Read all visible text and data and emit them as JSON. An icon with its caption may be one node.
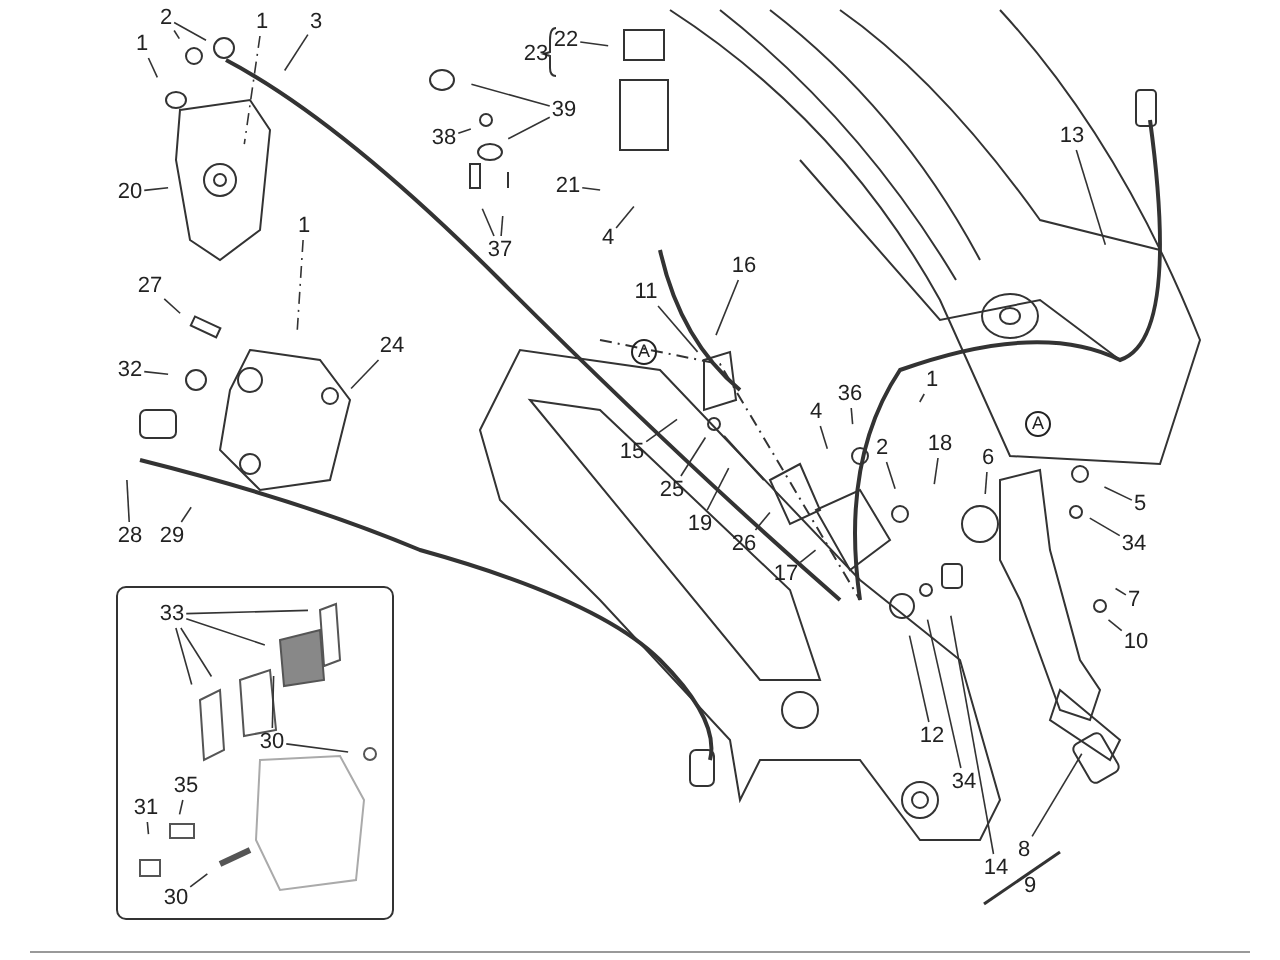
{
  "diagram": {
    "nodes": [
      {
        "text": [
          "1"
        ]
      },
      {
        "text": [
          "2"
        ]
      },
      {
        "text": [
          "1"
        ]
      },
      {
        "text": [
          "3"
        ]
      },
      {
        "text": [
          "20"
        ]
      },
      {
        "text": [
          "1"
        ]
      },
      {
        "text": [
          "27"
        ]
      },
      {
        "text": [
          "32"
        ]
      },
      {
        "text": [
          "24"
        ]
      },
      {
        "text": [
          "28"
        ]
      },
      {
        "text": [
          "29"
        ]
      },
      {
        "text": [
          "22"
        ]
      },
      {
        "text": [
          "39"
        ]
      },
      {
        "text": [
          "38"
        ]
      },
      {
        "text": [
          "37"
        ]
      },
      {
        "text": [
          "21"
        ]
      },
      {
        "text": [
          "4"
        ]
      },
      {
        "text": [
          "16"
        ]
      },
      {
        "text": [
          "11"
        ]
      },
      {
        "text": [
          "A"
        ]
      },
      {
        "text": [
          "15"
        ]
      },
      {
        "text": [
          "25"
        ]
      },
      {
        "text": [
          "19"
        ]
      },
      {
        "text": [
          "26"
        ]
      },
      {
        "text": [
          "17"
        ]
      },
      {
        "text": [
          "4"
        ]
      },
      {
        "text": [
          "36"
        ]
      },
      {
        "text": [
          "2"
        ]
      },
      {
        "text": [
          "1"
        ]
      },
      {
        "text": [
          "18"
        ]
      },
      {
        "text": [
          "6"
        ]
      },
      {
        "text": [
          "A"
        ]
      },
      {
        "text": [
          "13"
        ]
      },
      {
        "text": [
          "5"
        ]
      },
      {
        "text": [
          "34"
        ]
      },
      {
        "text": [
          "7"
        ]
      },
      {
        "text": [
          "10"
        ]
      },
      {
        "text": [
          "12"
        ]
      },
      {
        "text": [
          "34"
        ]
      },
      {
        "text": [
          "14"
        ]
      },
      {
        "text": [
          "8"
        ]
      },
      {
        "text": [],
        "shape": "box"
      },
      {
        "text": [
          "33"
        ],
        "in": 41
      },
      {
        "text": [
          "30"
        ],
        "in": 41
      },
      {
        "text": [
          "35"
        ],
        "in": 41
      },
      {
        "text": [
          "31"
        ],
        "in": 41
      },
      {
        "text": [
          "30"
        ],
        "in": 41
      }
    ],
    "edges": [
      {
        "from": 0,
        "to": null,
        "arrow": "none"
      },
      {
        "from": 1,
        "to": null,
        "arrow": "none"
      },
      {
        "from": 1,
        "to": null,
        "arrow": "none"
      },
      {
        "from": 2,
        "to": null,
        "arrow": "none",
        "style": "dashed"
      },
      {
        "from": 3,
        "to": null,
        "arrow": "none"
      },
      {
        "from": 4,
        "to": null,
        "arrow": "none"
      },
      {
        "from": 5,
        "to": null,
        "arrow": "none",
        "style": "dashed"
      },
      {
        "from": 6,
        "to": null,
        "arrow": "none"
      },
      {
        "from": 7,
        "to": null,
        "arrow": "none"
      },
      {
        "from": 8,
        "to": null,
        "arrow": "none"
      },
      {
        "from": 9,
        "to": null,
        "arrow": "none"
      },
      {
        "from": 10,
        "to": null,
        "arrow": "none"
      },
      {
        "from": 11,
        "to": null,
        "arrow": "none"
      },
      {
        "from": 12,
        "to": null,
        "arrow": "none"
      },
      {
        "from": 12,
        "to": null,
        "arrow": "none"
      },
      {
        "from": 13,
        "to": null,
        "arrow": "none"
      },
      {
        "from": 14,
        "to": null,
        "arrow": "none"
      },
      {
        "from": 14,
        "to": null,
        "arrow": "none"
      },
      {
        "from": 15,
        "to": null,
        "arrow": "none"
      },
      {
        "from": 16,
        "to": null,
        "arrow": "none"
      },
      {
        "from": 17,
        "to": null,
        "arrow": "none"
      },
      {
        "from": 18,
        "to": null,
        "arrow": "none"
      },
      {
        "from": 20,
        "to": null,
        "arrow": "none"
      },
      {
        "from": 21,
        "to": null,
        "arrow": "none"
      },
      {
        "from": 22,
        "to": null,
        "arrow": "none"
      },
      {
        "from": 23,
        "to": null,
        "arrow": "none"
      },
      {
        "from": 24,
        "to": null,
        "arrow": "none"
      },
      {
        "from": 25,
        "to": null,
        "arrow": "none"
      },
      {
        "from": 26,
        "to": null,
        "arrow": "none"
      },
      {
        "from": 27,
        "to": null,
        "arrow": "none"
      },
      {
        "from": 28,
        "to": null,
        "arrow": "none"
      },
      {
        "from": 29,
        "to": null,
        "arrow": "none"
      },
      {
        "from": 30,
        "to": null,
        "arrow": "none"
      },
      {
        "from": 32,
        "to": null,
        "arrow": "none"
      },
      {
        "from": 33,
        "to": null,
        "arrow": "none"
      },
      {
        "from": 34,
        "to": null,
        "arrow": "none"
      },
      {
        "from": 35,
        "to": null,
        "arrow": "none"
      },
      {
        "from": 36,
        "to": null,
        "arrow": "none"
      },
      {
        "from": 37,
        "to": null,
        "arrow": "none"
      },
      {
        "from": 38,
        "to": null,
        "arrow": "none"
      },
      {
        "from": 39,
        "to": null,
        "arrow": "none"
      },
      {
        "from": 40,
        "to": null,
        "arrow": "none"
      },
      {
        "from": 42,
        "to": null,
        "arrow": "none"
      },
      {
        "from": 42,
        "to": null,
        "arrow": "none"
      },
      {
        "from": 42,
        "to": null,
        "arrow": "none"
      },
      {
        "from": 42,
        "to": null,
        "arrow": "none"
      },
      {
        "from": 43,
        "to": null,
        "arrow": "none"
      },
      {
        "from": 43,
        "to": null,
        "arrow": "none"
      },
      {
        "from": 44,
        "to": null,
        "arrow": "none"
      },
      {
        "from": 45,
        "to": null,
        "arrow": "none"
      },
      {
        "from": 46,
        "to": null,
        "arrow": "none"
      }
    ],
    "labels": [
      "23",
      "9"
    ]
  }
}
